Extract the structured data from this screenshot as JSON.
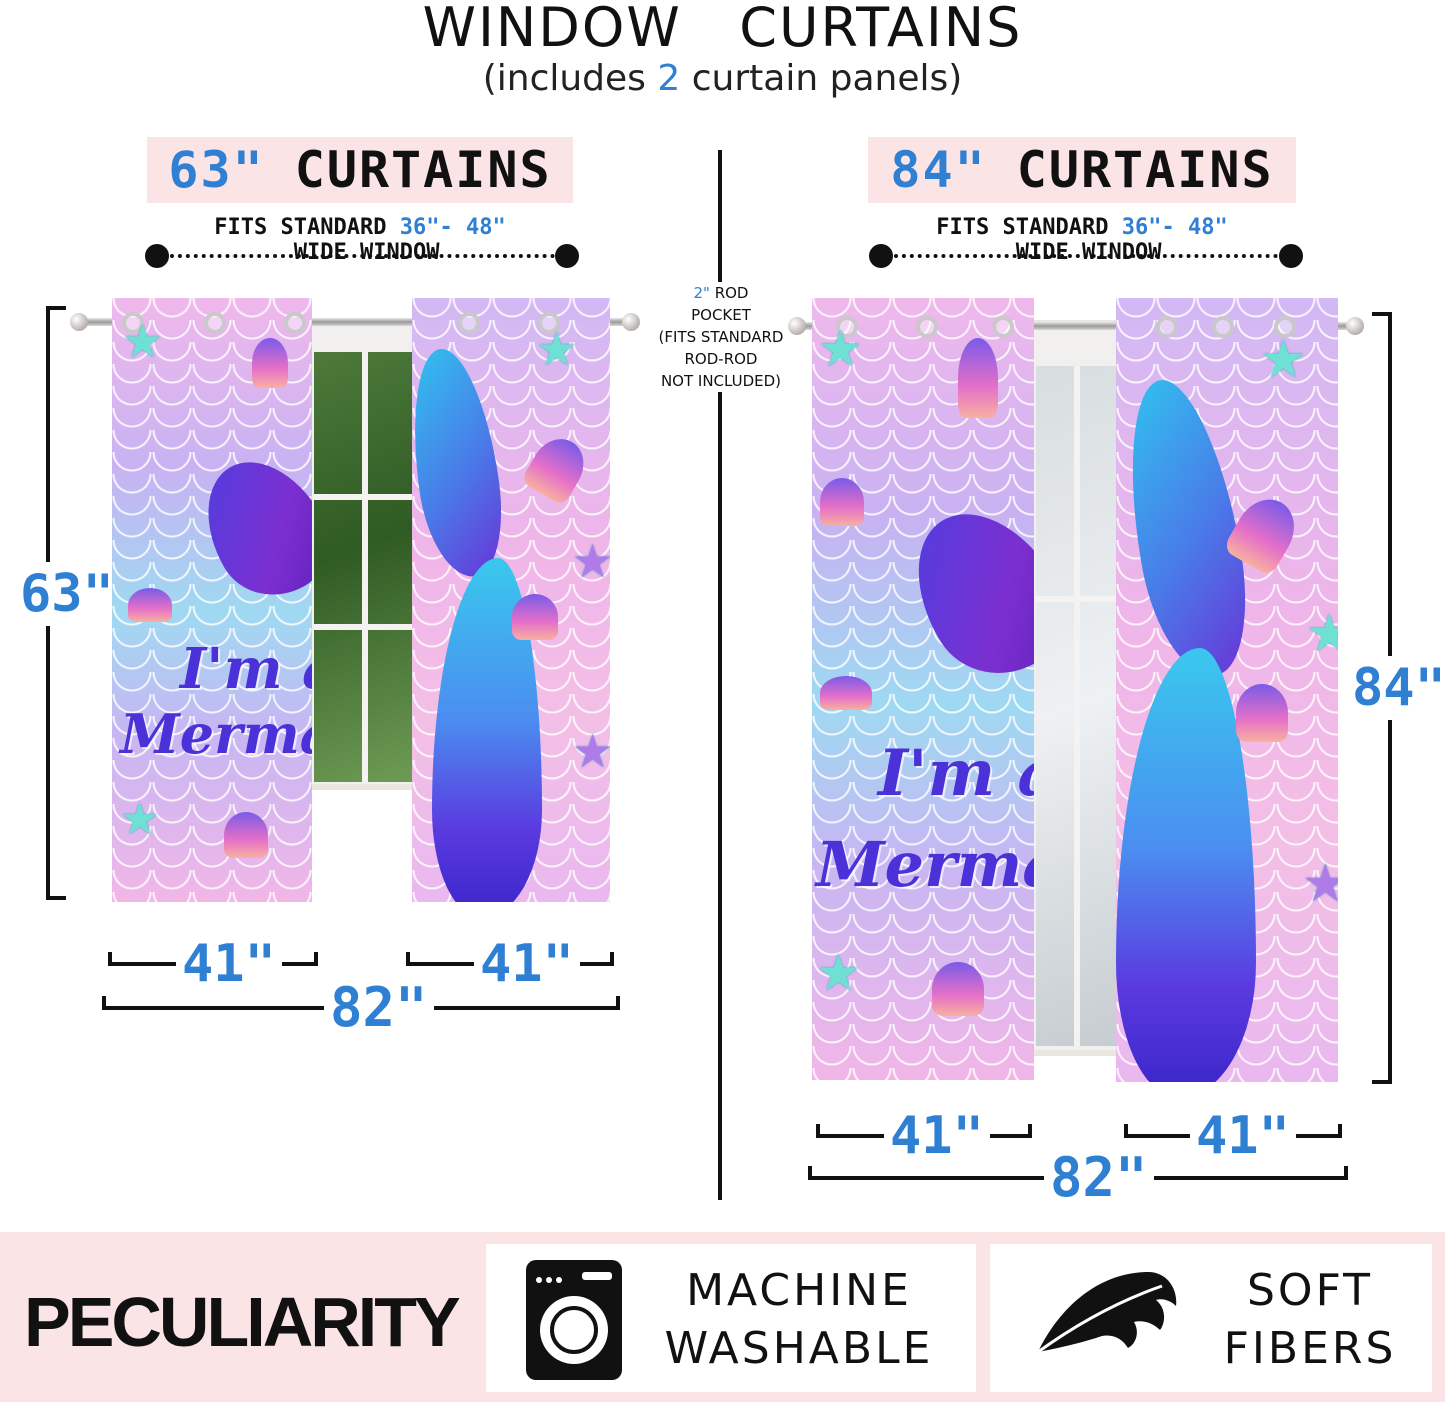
{
  "header": {
    "title": "WINDOW   CURTAINS",
    "subtitle_pre": "(includes ",
    "subtitle_count": "2",
    "subtitle_post": " curtain panels)"
  },
  "left": {
    "size": "63\"",
    "label": "CURTAINS",
    "fits_pre": "FITS STANDARD ",
    "fits_range": "36\"- 48\"",
    "fits_post": " WIDE WINDOW",
    "height": "63\"",
    "panel_width_1": "41\"",
    "panel_width_2": "41\"",
    "total_width": "82\""
  },
  "right": {
    "size": "84\"",
    "label": "CURTAINS",
    "fits_pre": "FITS STANDARD ",
    "fits_range": "36\"- 48\"",
    "fits_post": " WIDE WINDOW",
    "height": "84\"",
    "panel_width_1": "41\"",
    "panel_width_2": "41\"",
    "total_width": "82\""
  },
  "rod_note": {
    "size": "2\"",
    "line1": " ROD",
    "line2": "POCKET",
    "line3": "(FITS STANDARD",
    "line4": "ROD-ROD",
    "line5": "NOT INCLUDED)"
  },
  "curtain_print": {
    "line1": "I'm a",
    "line2": "Mermaid"
  },
  "features": {
    "label": "PECULIARITY",
    "items": [
      {
        "icon": "washing-machine-icon",
        "line1": "MACHINE",
        "line2": "WASHABLE"
      },
      {
        "icon": "feather-icon",
        "line1": "SOFT",
        "line2": "FIBERS"
      }
    ]
  },
  "colors": {
    "accent": "#2f7fd3",
    "label_bg": "#fbe4e6",
    "text": "#111111"
  }
}
